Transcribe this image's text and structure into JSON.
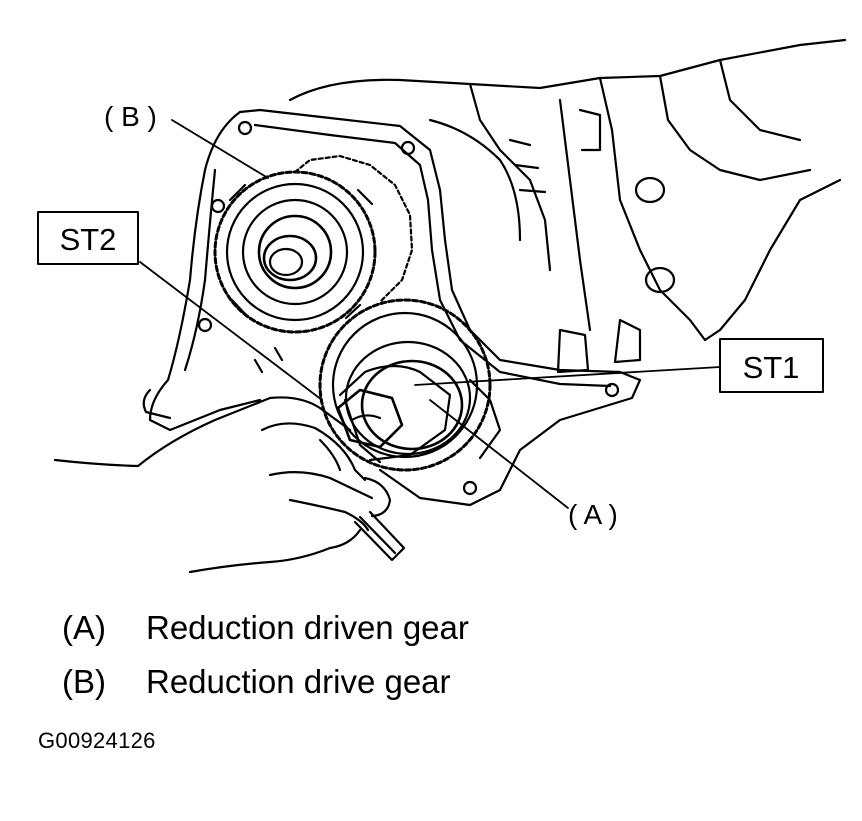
{
  "callouts": {
    "st1": "ST1",
    "st2": "ST2",
    "gear_a": "( A )",
    "gear_b": "( B )"
  },
  "legend": [
    {
      "key": "(A)",
      "text": "Reduction driven gear"
    },
    {
      "key": "(B)",
      "text": "Reduction drive gear"
    }
  ],
  "figure_code": "G00924126"
}
